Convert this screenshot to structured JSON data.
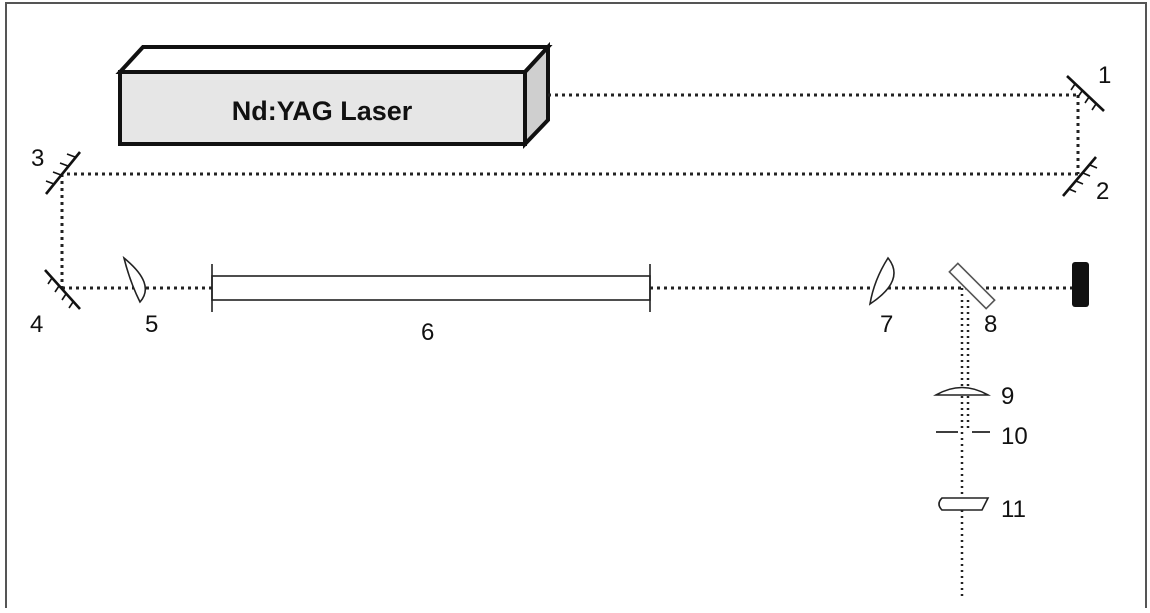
{
  "diagram": {
    "laser_label": "Nd:YAG Laser",
    "component_labels": [
      "1",
      "2",
      "3",
      "4",
      "5",
      "6",
      "7",
      "8",
      "9",
      "10",
      "11"
    ]
  }
}
